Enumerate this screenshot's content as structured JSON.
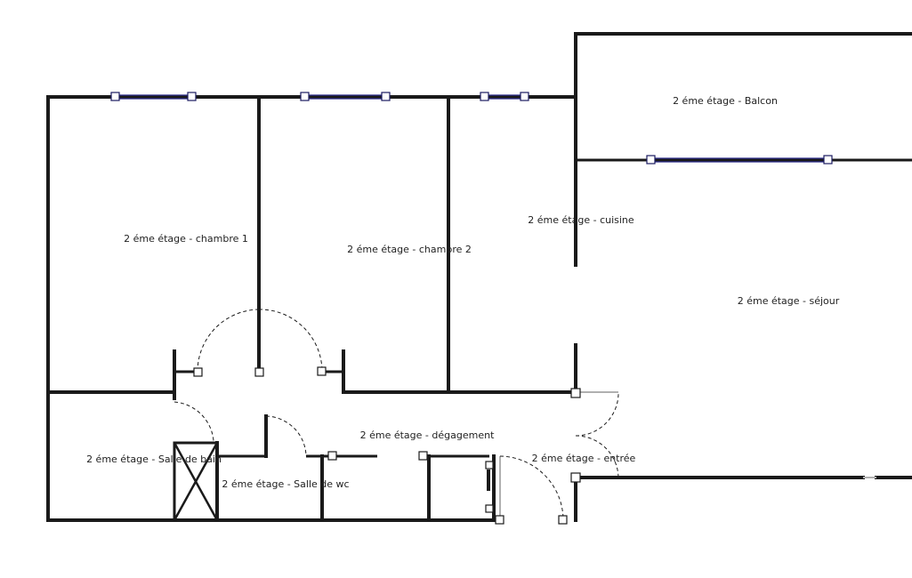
{
  "rooms": {
    "balcon": "2 éme étage - Balcon",
    "chambre1": "2 éme étage - chambre 1",
    "chambre2": "2 éme étage - chambre 2",
    "cuisine": "2 éme étage - cuisine",
    "sejour": "2 éme étage - séjour",
    "degagement": "2 éme étage - dégagement",
    "salle_de_bain": "2 éme étage - Salle de bain",
    "salle_de_wc": "2 éme étage - Salle de wc",
    "entree": "2 éme étage - entrée"
  },
  "colors": {
    "wall": "#1a1a1a",
    "window": "#2a2a8a",
    "background": "#ffffff"
  }
}
